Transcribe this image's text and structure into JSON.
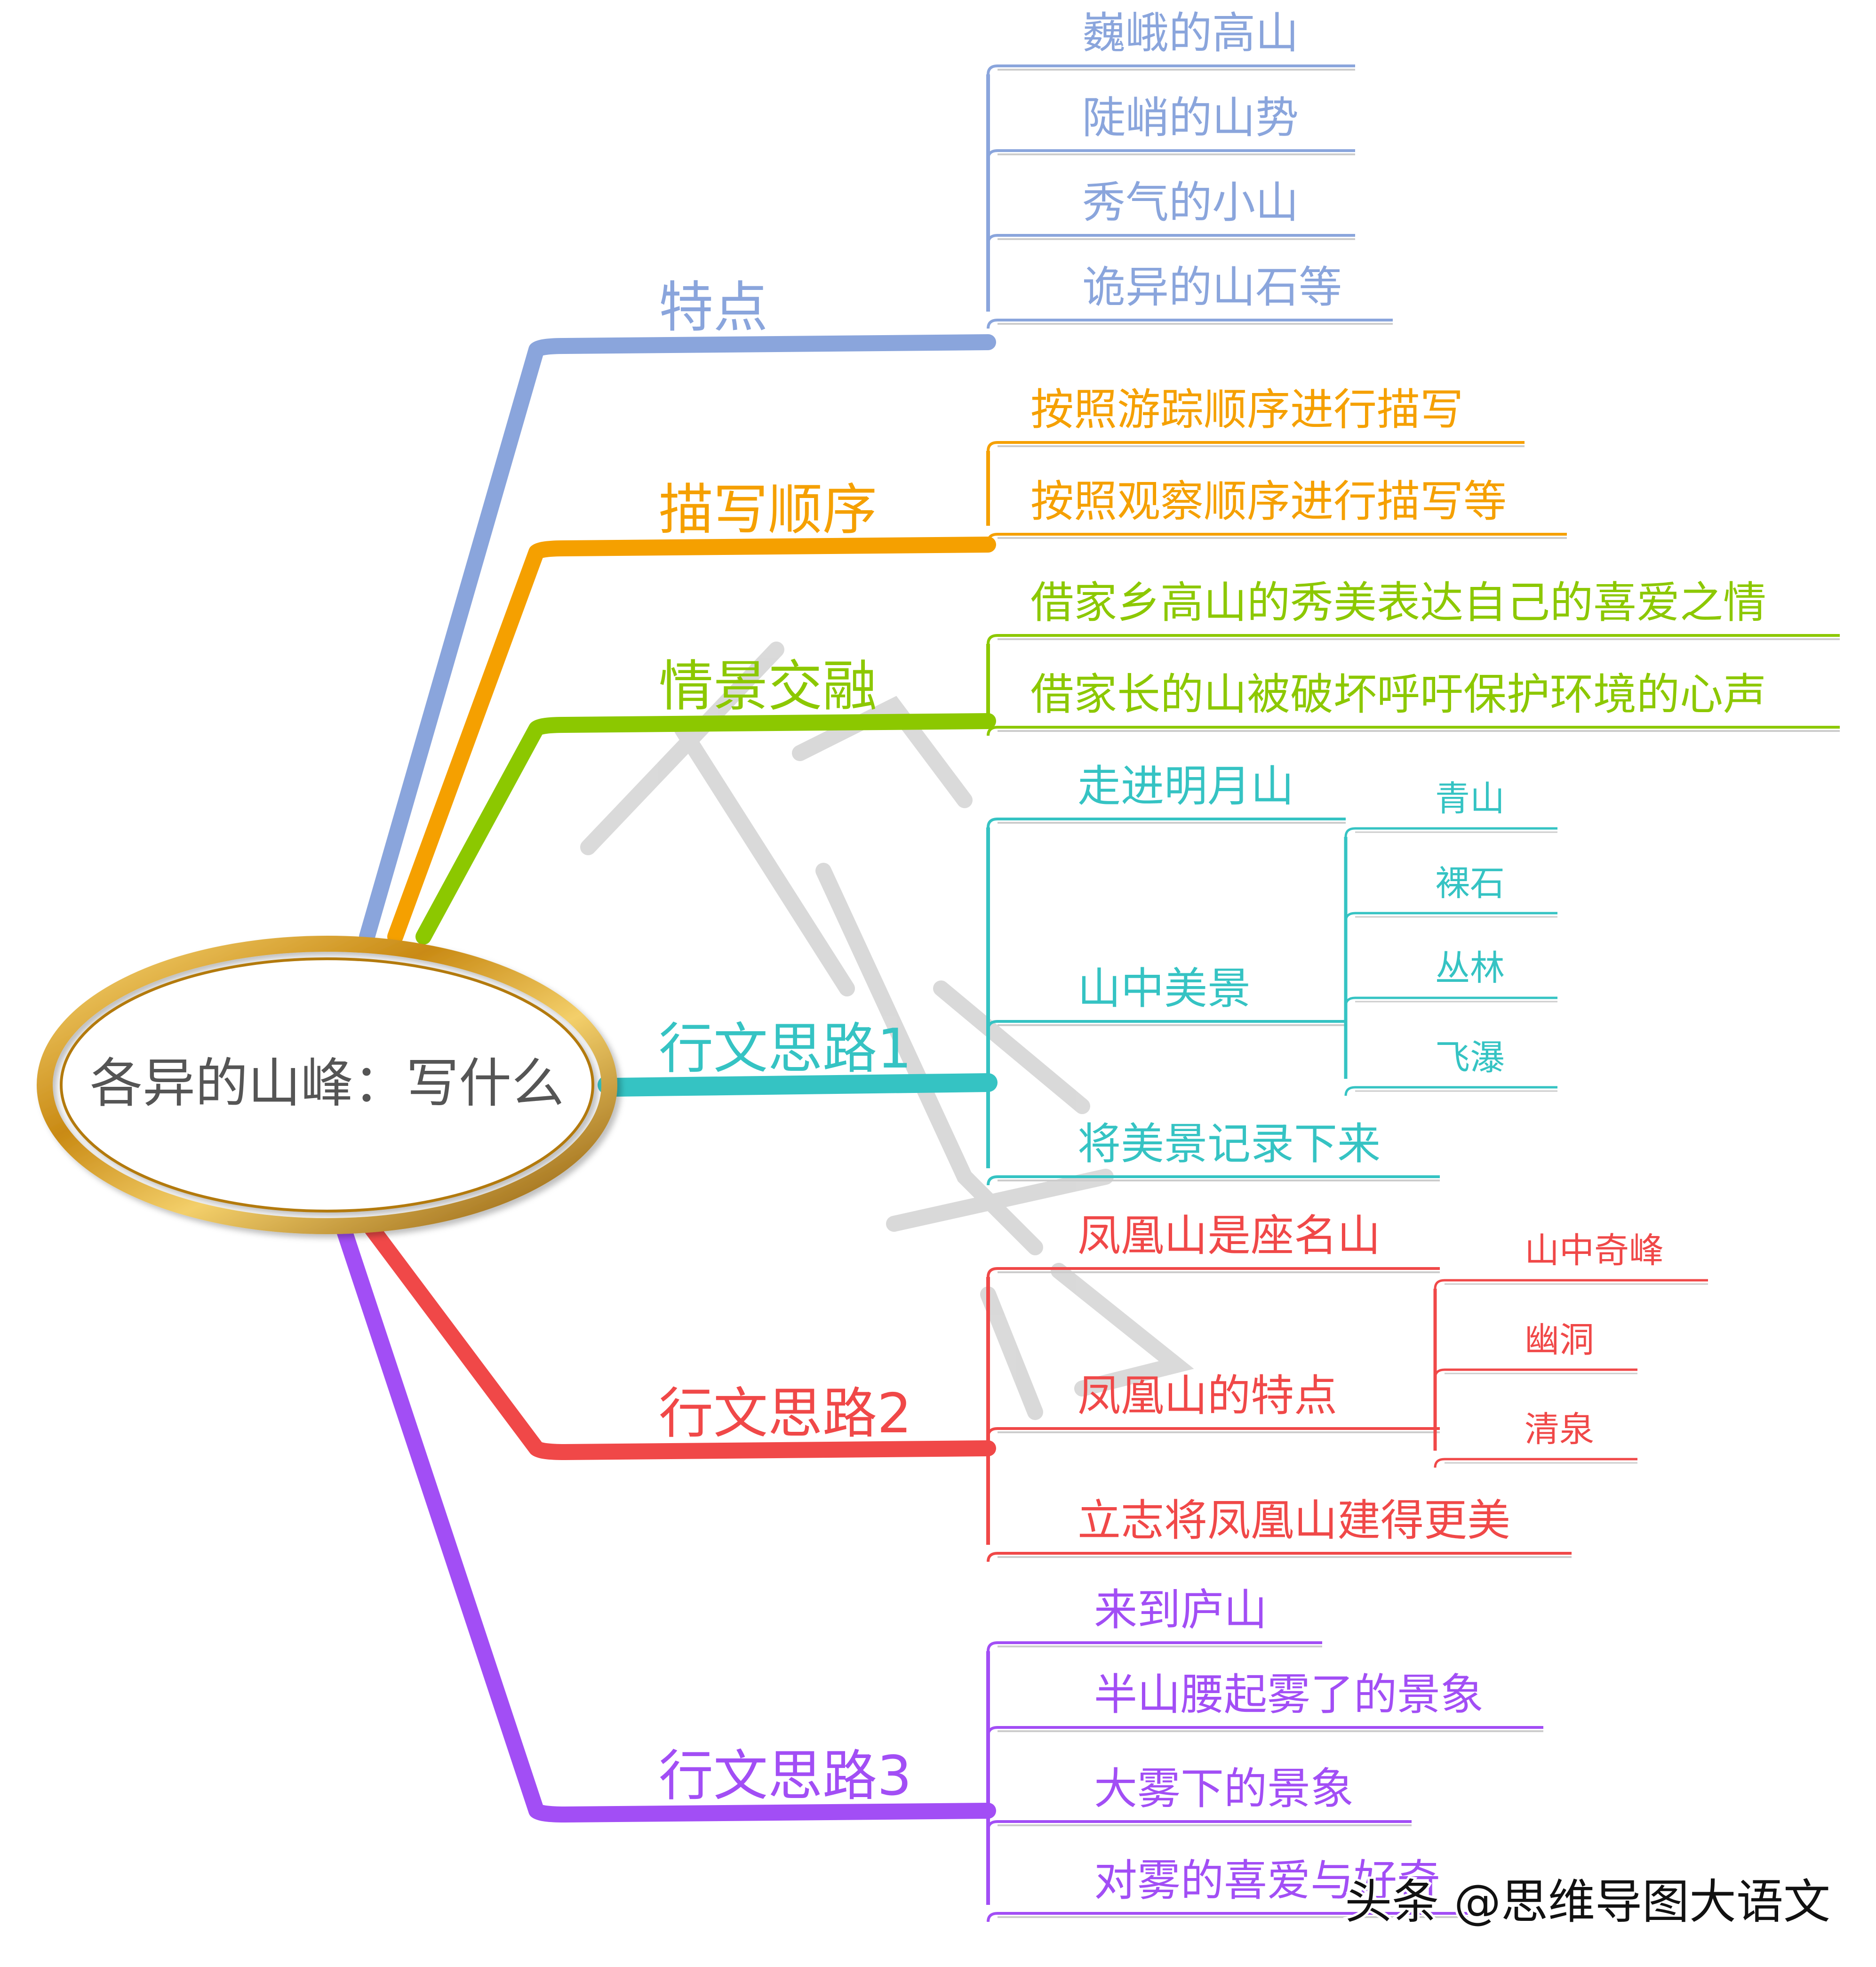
{
  "root": {
    "label": "各异的山峰：写什么"
  },
  "branches": [
    {
      "label": "特点",
      "color": "#8aa5dc",
      "children": [
        {
          "label": "巍峨的高山"
        },
        {
          "label": "陡峭的山势"
        },
        {
          "label": "秀气的小山"
        },
        {
          "label": "诡异的山石等"
        }
      ]
    },
    {
      "label": "描写顺序",
      "color": "#f5a000",
      "children": [
        {
          "label": "按照游踪顺序进行描写"
        },
        {
          "label": "按照观察顺序进行描写等"
        }
      ]
    },
    {
      "label": "情景交融",
      "color": "#8cc800",
      "children": [
        {
          "label": "借家乡高山的秀美表达自己的喜爱之情"
        },
        {
          "label": "借家长的山被破坏呼吁保护环境的心声"
        }
      ]
    },
    {
      "label": "行文思路1",
      "color": "#35c3c3",
      "children": [
        {
          "label": "走进明月山"
        },
        {
          "label": "山中美景",
          "children": [
            {
              "label": "青山"
            },
            {
              "label": "裸石"
            },
            {
              "label": "丛林"
            },
            {
              "label": "飞瀑"
            }
          ]
        },
        {
          "label": "将美景记录下来"
        }
      ]
    },
    {
      "label": "行文思路2",
      "color": "#f04848",
      "children": [
        {
          "label": "凤凰山是座名山"
        },
        {
          "label": "凤凰山的特点",
          "children": [
            {
              "label": "山中奇峰"
            },
            {
              "label": "幽洞"
            },
            {
              "label": "清泉"
            }
          ]
        },
        {
          "label": "立志将凤凰山建得更美"
        }
      ]
    },
    {
      "label": "行文思路3",
      "color": "#a24ef5",
      "children": [
        {
          "label": "来到庐山"
        },
        {
          "label": "半山腰起雾了的景象"
        },
        {
          "label": "大雾下的景象"
        },
        {
          "label": "对雾的喜爱与好奇"
        }
      ]
    }
  ],
  "watermark": {
    "text": "头条 @思维导图大语文"
  },
  "colors": {
    "root_ring_outer": "#a86e08",
    "root_ring_light": "#f6d070",
    "root_text": "#555555"
  }
}
